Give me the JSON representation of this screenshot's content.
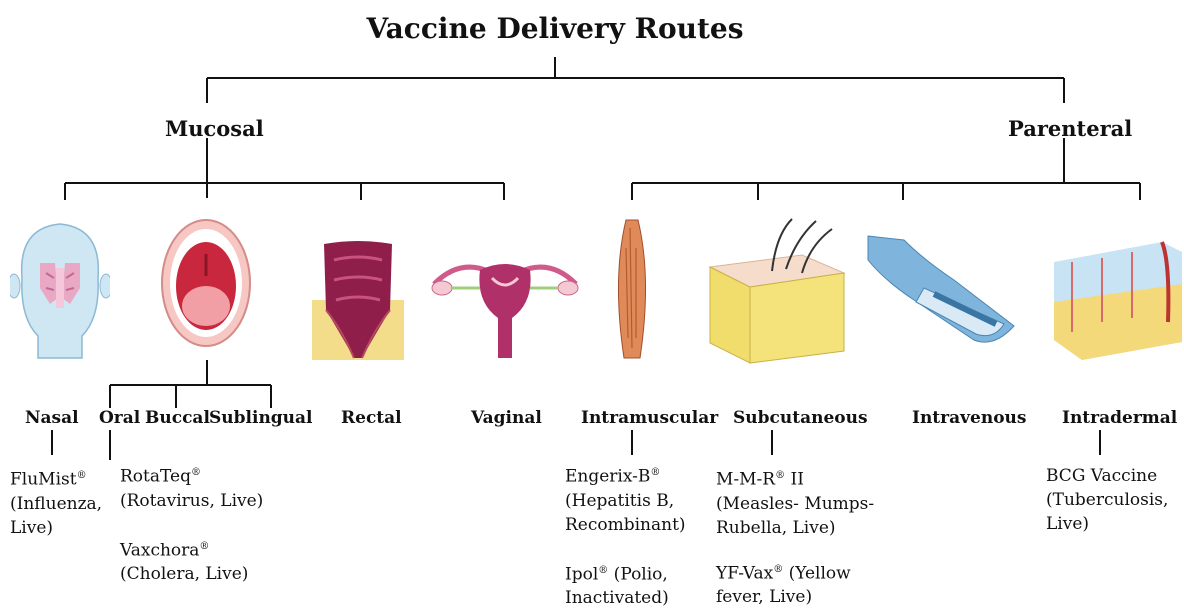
{
  "title": "Vaccine Delivery Routes",
  "categories": {
    "mucosal": "Mucosal",
    "parenteral": "Parenteral"
  },
  "routes": {
    "nasal": "Nasal",
    "oral": "Oral",
    "buccal": "Buccal",
    "sublingual": "Sublingual",
    "rectal": "Rectal",
    "vaginal": "Vaginal",
    "intramuscular": "Intramuscular",
    "subcutaneous": "Subcutaneous",
    "intravenous": "Intravenous",
    "intradermal": "Intradermal"
  },
  "vaccines": {
    "nasal": [
      {
        "name": "FluMist",
        "mark": "®",
        "lines": [
          "(Influenza,",
          "Live)"
        ]
      }
    ],
    "oral": [
      {
        "name": "RotaTeq",
        "mark": "®",
        "lines": [
          "(Rotavirus, Live)"
        ]
      },
      {
        "name": "Vaxchora",
        "mark": "®",
        "lines": [
          "(Cholera, Live)"
        ]
      }
    ],
    "intramuscular": [
      {
        "name": "Engerix-B",
        "mark": "®",
        "lines": [
          "(Hepatitis B,",
          "Recombinant)"
        ]
      },
      {
        "name": "Ipol",
        "mark": "®",
        "after": " (Polio,",
        "lines": [
          "Inactivated)"
        ]
      }
    ],
    "subcutaneous": [
      {
        "name": "M-M-R",
        "mark": "®",
        "after": " II",
        "lines": [
          "(Measles- Mumps-",
          "Rubella, Live)"
        ]
      },
      {
        "name": "YF-Vax",
        "mark": "®",
        "after": " (Yellow",
        "lines": [
          "fever, Live)"
        ]
      }
    ],
    "intradermal": [
      {
        "name": "BCG Vaccine",
        "mark": "",
        "lines": [
          "(Tuberculosis,",
          "Live)"
        ]
      }
    ]
  },
  "illustrations": [
    "head-icon",
    "mouth-icon",
    "rectum-icon",
    "uterus-icon",
    "muscle-icon",
    "skin-block-icon",
    "vein-icon",
    "dermis-icon"
  ],
  "colors": {
    "line": "#111111",
    "head": "#cfe6f3",
    "mouth": "#f2b7b5",
    "rectum": "#8f1f4a",
    "uterus": "#b0306a",
    "muscle": "#e08a5a",
    "fat": "#f4e37a",
    "vein": "#7fb5dc"
  }
}
